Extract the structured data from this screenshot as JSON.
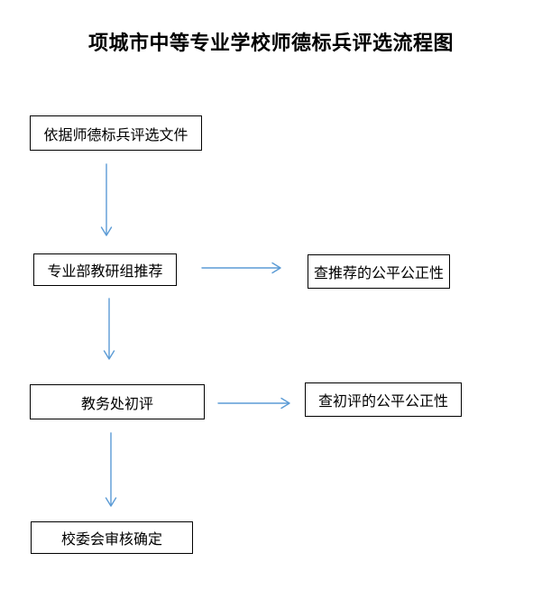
{
  "page": {
    "title": "项城市中等专业学校师德标兵评选流程图"
  },
  "colors": {
    "arrow": "#5B9BD5",
    "box_border": "#000000",
    "text": "#000000",
    "background": "#FFFFFF"
  },
  "flowchart": {
    "nodes": [
      {
        "id": "basis-document",
        "label": "依据师德标兵评选文件"
      },
      {
        "id": "department-group-recommendation",
        "label": "专业部教研组推荐"
      },
      {
        "id": "check-recommendation-fairness",
        "label": "查推荐的公平公正性"
      },
      {
        "id": "academic-office-preliminary-review",
        "label": "教务处初评"
      },
      {
        "id": "check-preliminary-review-fairness",
        "label": "查初评的公平公正性"
      },
      {
        "id": "school-committee-final-approval",
        "label": "校委会审核确定"
      }
    ],
    "edges": [
      {
        "from": "basis-document",
        "to": "department-group-recommendation",
        "direction": "down"
      },
      {
        "from": "department-group-recommendation",
        "to": "check-recommendation-fairness",
        "direction": "right"
      },
      {
        "from": "department-group-recommendation",
        "to": "academic-office-preliminary-review",
        "direction": "down"
      },
      {
        "from": "academic-office-preliminary-review",
        "to": "check-preliminary-review-fairness",
        "direction": "right"
      },
      {
        "from": "academic-office-preliminary-review",
        "to": "school-committee-final-approval",
        "direction": "down"
      }
    ]
  }
}
